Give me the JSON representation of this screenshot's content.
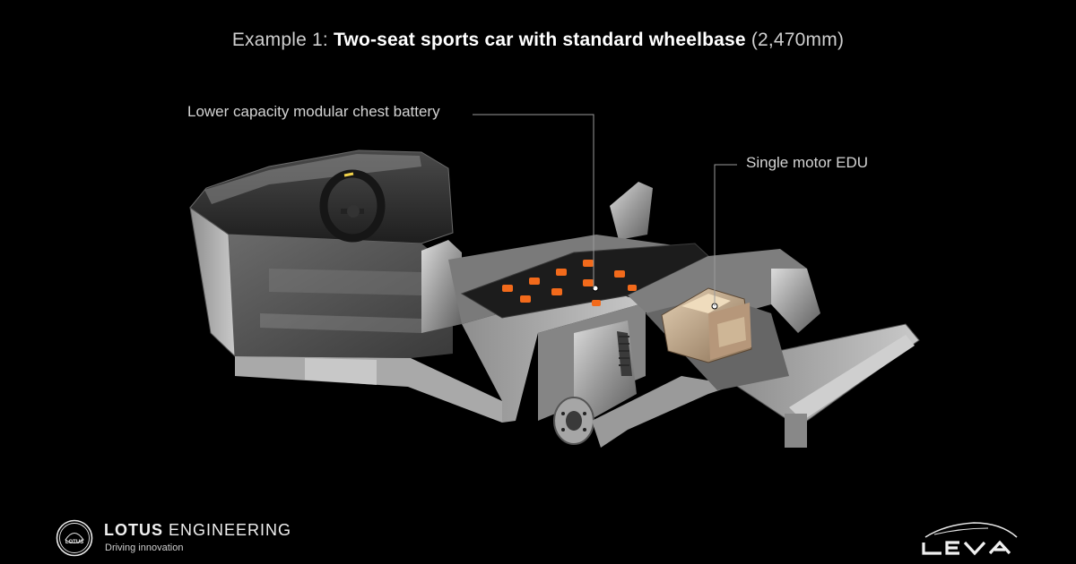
{
  "header": {
    "prefix": "Example 1: ",
    "bold": "Two-seat sports car with standard wheelbase",
    "suffix": " (2,470mm)"
  },
  "callouts": {
    "battery": "Lower capacity modular chest battery",
    "motor": "Single motor EDU"
  },
  "brand": {
    "name_bold": "LOTUS",
    "name_regular": " ENGINEERING",
    "tagline": "Driving innovation",
    "badge_text": "LOTUS"
  },
  "colors": {
    "background": "#000000",
    "battery_accent": "#f26a1b",
    "chassis": "#b8b8b8",
    "callout_line": "#9a9a9a"
  },
  "icons": {
    "brand_logo": "lotus-roundel-icon",
    "product_logo": "leva-logo-icon"
  }
}
